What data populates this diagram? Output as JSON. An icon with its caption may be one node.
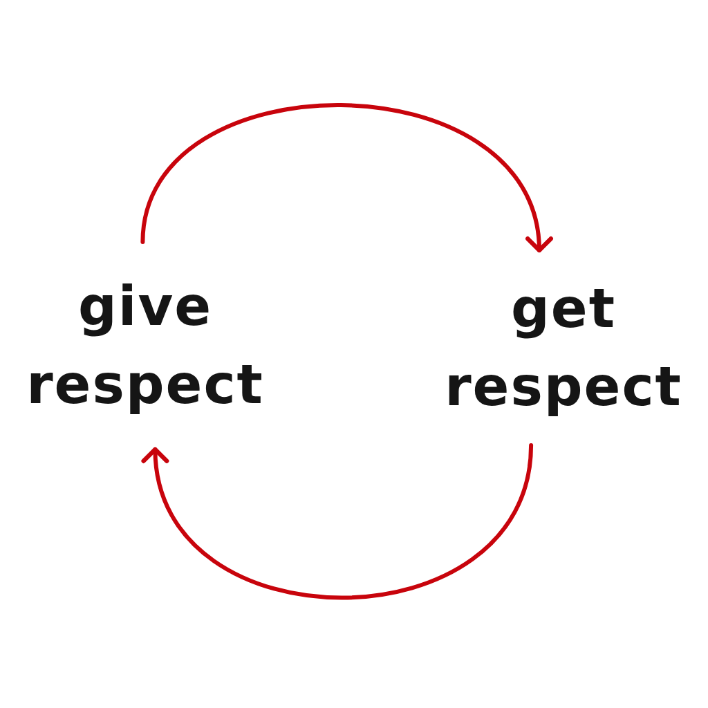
{
  "diagram": {
    "nodes": [
      {
        "text": [
          "give respect"
        ]
      },
      {
        "text": [
          "get respect"
        ]
      }
    ],
    "edges": [
      {
        "from": 0,
        "to": 1,
        "arrow": "to"
      },
      {
        "from": 1,
        "to": 0,
        "arrow": "to"
      }
    ]
  }
}
